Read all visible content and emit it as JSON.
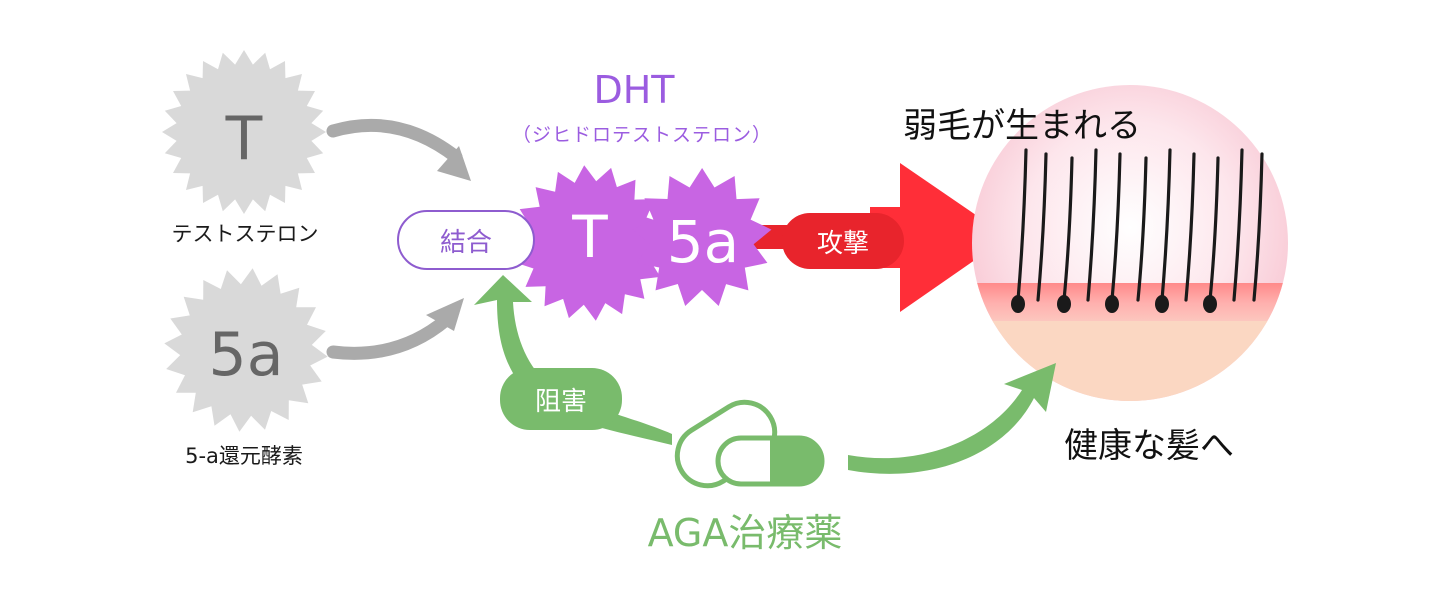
{
  "inputs": {
    "testosterone": {
      "symbol": "T",
      "caption": "テストステロン"
    },
    "enzyme": {
      "symbol": "5a",
      "caption": "5-a還元酵素"
    }
  },
  "dht": {
    "title": "DHT",
    "subtitle": "（ジヒドロテストステロン）",
    "symbol_t": "T",
    "symbol_5a": "5a"
  },
  "labels": {
    "bind": "結合",
    "attack": "攻撃",
    "block": "阻害"
  },
  "results": {
    "weak_hair": "弱毛が生まれる",
    "healthy_hair": "健康な髪へ"
  },
  "drug": {
    "label": "AGA治療薬"
  },
  "colors": {
    "gray_star": "#d9d9d9",
    "gray_text": "#666666",
    "gray_arrow": "#aaaaaa",
    "purple": "#c865e3",
    "purple_text": "#9b5ce0",
    "red": "#e8242c",
    "red_arrow": "#ff2e38",
    "green": "#79bb6c",
    "skin_pink": "#fbd6df",
    "skin_peach": "#fbd7c2"
  }
}
